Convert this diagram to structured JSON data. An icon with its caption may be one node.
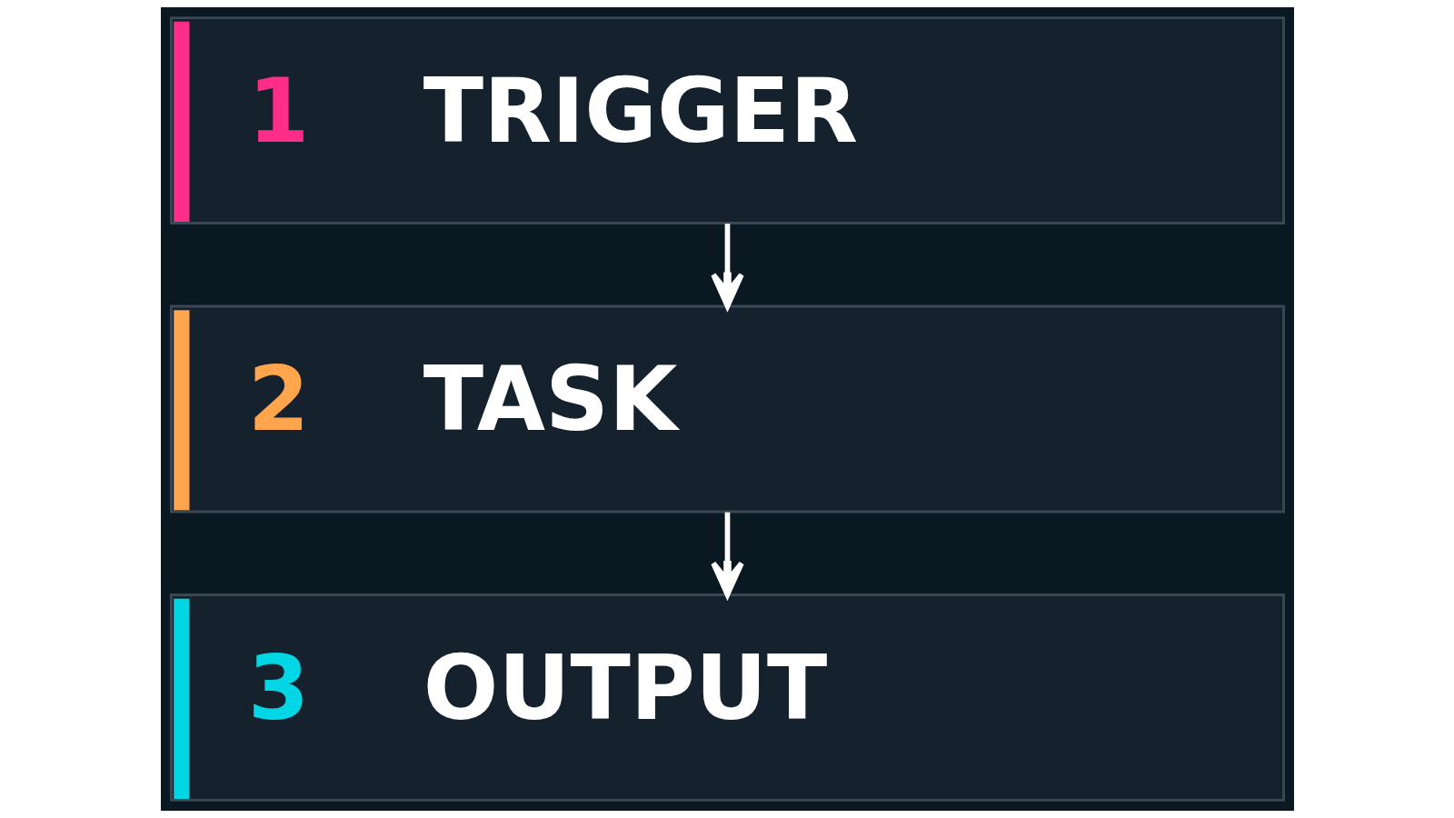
{
  "diagram": {
    "nodes": [
      {
        "text": [
          "1",
          "TRIGGER"
        ]
      },
      {
        "text": [
          "2",
          "TASK"
        ]
      },
      {
        "text": [
          "3",
          "OUTPUT"
        ]
      }
    ],
    "edges": [
      {
        "from": 0,
        "to": 1,
        "arrow": "to"
      },
      {
        "from": 1,
        "to": 2,
        "arrow": "to"
      }
    ]
  }
}
